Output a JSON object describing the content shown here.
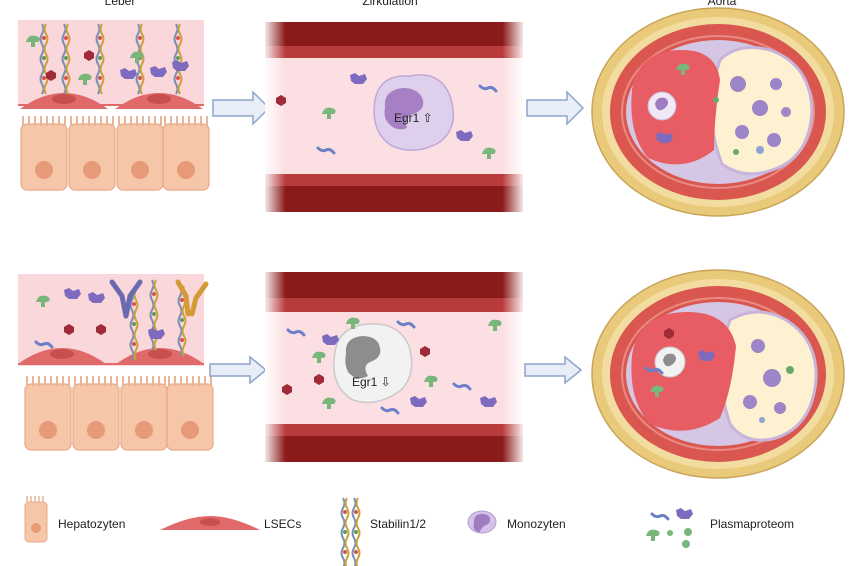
{
  "headers": {
    "liver": "Leber",
    "circulation": "Zirkulation",
    "aorta": "Aorta"
  },
  "top_row": {
    "egr1_label": "Egr1 ⇧"
  },
  "bottom_row": {
    "egr1_label": "Egr1 ⇩"
  },
  "legend": {
    "hepatocytes": "Hepatozyten",
    "lsecs": "LSECs",
    "stabilin": "Stabilin1/2",
    "monocyte": "Monozyten",
    "plasma": "Plasmaproteom"
  },
  "colors": {
    "sinusoid_bg": "#f9d7da",
    "hepatocyte": "#f6c6a8",
    "hepatocyte_nucleus": "#e79a78",
    "lsec": "#e06a6a",
    "vessel_wall": "#8b1a1a",
    "monocyte_up": "#c6a2d6",
    "monocyte_down": "#9c9c9c",
    "aorta_outer": "#e9c97a",
    "aorta_media": "#d9574f",
    "plaque": "#fdf1d2"
  }
}
